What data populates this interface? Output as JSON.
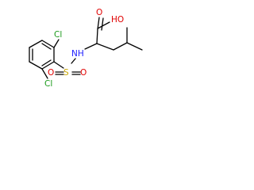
{
  "molecule": {
    "atoms": {
      "hydroxyl": "HO",
      "carbonyl_oxygen": "O",
      "amine": "NH",
      "sulfur": "S",
      "sulfonyl_oxygen_left": "O",
      "sulfonyl_oxygen_right": "O",
      "chlorine_top": "Cl",
      "chlorine_bottom": "Cl"
    },
    "colors": {
      "carbon_bond": "#000000",
      "oxygen": "#e00000",
      "nitrogen": "#2020ff",
      "sulfur": "#c8a500",
      "chlorine": "#1a9a1a"
    }
  }
}
